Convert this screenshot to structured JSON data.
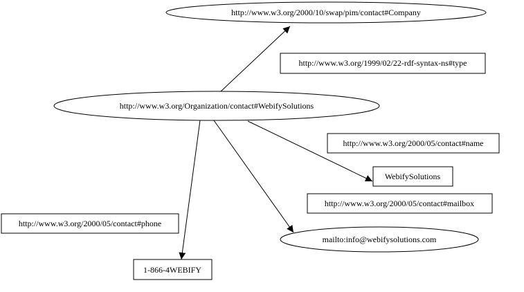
{
  "diagram": {
    "type": "rdf-graph",
    "nodes": [
      {
        "id": "company",
        "kind": "resource",
        "shape": "ellipse",
        "label": "http://www.w3.org/2000/10/swap/pim/contact#Company"
      },
      {
        "id": "webify",
        "kind": "resource",
        "shape": "ellipse",
        "label": "http://www.w3.org/Organization/contact#WebifySolutions"
      },
      {
        "id": "name_literal",
        "kind": "literal",
        "shape": "box",
        "label": "WebifySolutions"
      },
      {
        "id": "mailbox",
        "kind": "resource",
        "shape": "ellipse",
        "label": "mailto:info@webifysolutions.com"
      },
      {
        "id": "phone_literal",
        "kind": "literal",
        "shape": "box",
        "label": "1-866-4WEBIFY"
      }
    ],
    "edges": [
      {
        "from": "webify",
        "to": "company",
        "predicate": "http://www.w3.org/1999/02/22-rdf-syntax-ns#type"
      },
      {
        "from": "webify",
        "to": "name_literal",
        "predicate": "http://www.w3.org/2000/05/contact#name"
      },
      {
        "from": "webify",
        "to": "mailbox",
        "predicate": "http://www.w3.org/2000/05/contact#mailbox"
      },
      {
        "from": "webify",
        "to": "phone_literal",
        "predicate": "http://www.w3.org/2000/05/contact#phone"
      }
    ]
  }
}
